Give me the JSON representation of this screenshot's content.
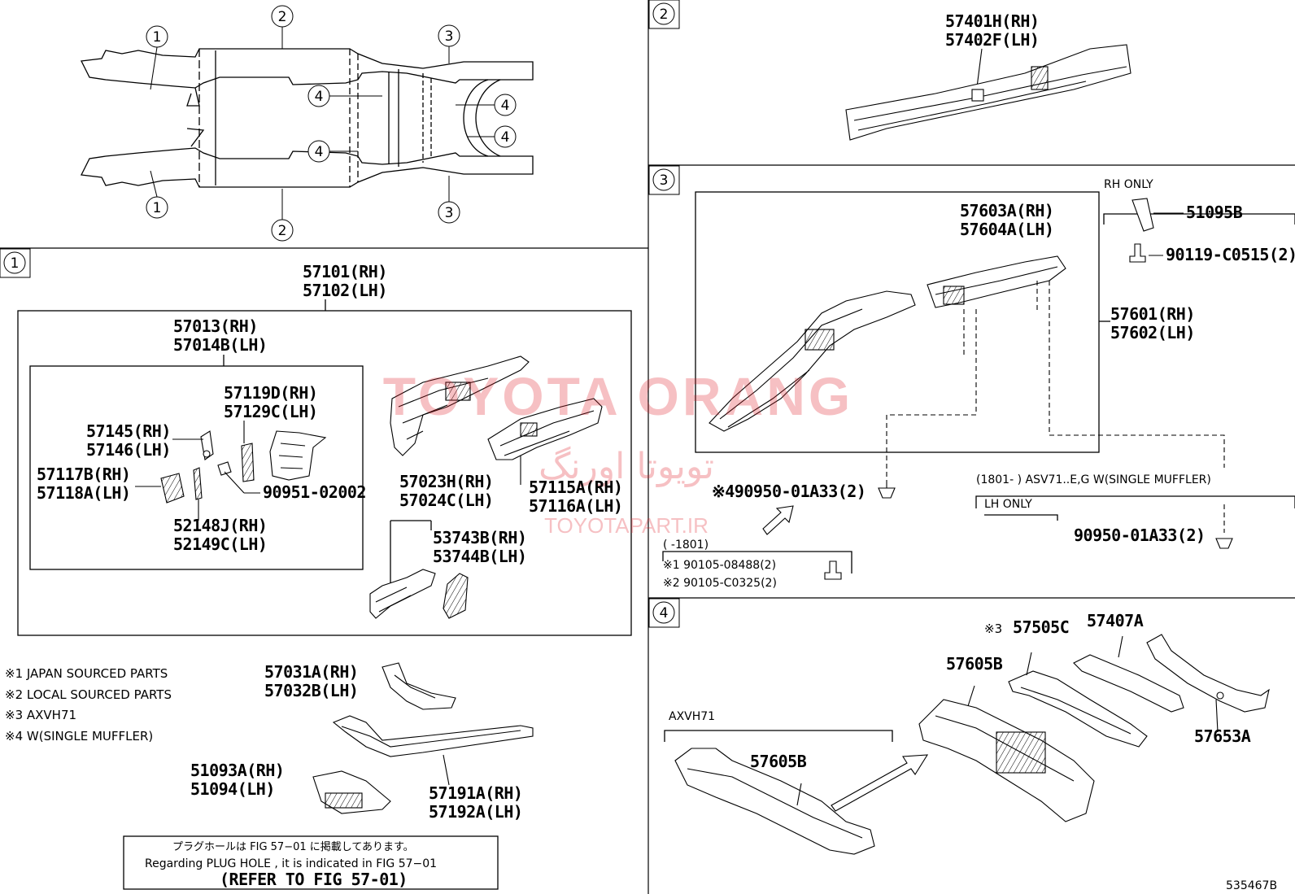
{
  "secnum": {
    "s1": "1",
    "s2": "2",
    "s3": "3",
    "s4": "4"
  },
  "parts": {
    "p57101": "57101(RH)",
    "p57102": "57102(LH)",
    "p57013": "57013(RH)",
    "p57014B": "57014B(LH)",
    "p57119D": "57119D(RH)",
    "p57129C": "57129C(LH)",
    "p57145": "57145(RH)",
    "p57146": "57146(LH)",
    "p57117B": "57117B(RH)",
    "p57118A": "57118A(LH)",
    "p90951": "90951-02002",
    "p52148J": "52148J(RH)",
    "p52149C": "52149C(LH)",
    "p57023H": "57023H(RH)",
    "p57024C": "57024C(LH)",
    "p57115A": "57115A(RH)",
    "p57116A": "57116A(LH)",
    "p53743B": "53743B(RH)",
    "p53744B": "53744B(LH)",
    "p57031A": "57031A(RH)",
    "p57032B": "57032B(LH)",
    "p51093A": "51093A(RH)",
    "p51094": "51094(LH)",
    "p57191A": "57191A(RH)",
    "p57192A": "57192A(LH)",
    "p57401H": "57401H(RH)",
    "p57402F": "57402F(LH)",
    "p57603A": "57603A(RH)",
    "p57604A": "57604A(LH)",
    "p57601": "57601(RH)",
    "p57602": "57602(LH)",
    "p51095B": "51095B",
    "p90119": "90119-C0515(2)",
    "p490950": "※490950-01A33(2)",
    "p90950b": "90950-01A33(2)",
    "p57407A": "57407A",
    "p57505C": "57505C",
    "p57505Cmark": "※3",
    "p57605B": "57605B",
    "p57605Bb": "57605B",
    "p57653A": "57653A"
  },
  "notes": {
    "n1": "※1 JAPAN SOURCED PARTS",
    "n2": "※2 LOCAL SOURCED PARTS",
    "n3": "※3 AXVH71",
    "n4": "※4 W(SINGLE MUFFLER)"
  },
  "box": {
    "jp": "プラグホールは FIG 57−01 に掲載してあります。",
    "en": "Regarding PLUG HOLE , it is indicated in FIG 57−01",
    "ref": "(REFER TO FIG 57-01)"
  },
  "sec3": {
    "rh_only": "RH ONLY",
    "lh_only": "LH ONLY",
    "asv": "(1801-        ) ASV71..E,G W(SINGLE MUFFLER)",
    "bolt_range": "(      -1801)",
    "b1": "※1 90105-08488(2)",
    "b2": "※2 90105-C0325(2)"
  },
  "sec4": {
    "axvh": "AXVH71"
  },
  "diagram_id": "535467B",
  "watermark": {
    "main": "TOYOTA ORANG",
    "fa": "تویوتا اورنگ",
    "url": "TOYOTAPART.IR"
  }
}
